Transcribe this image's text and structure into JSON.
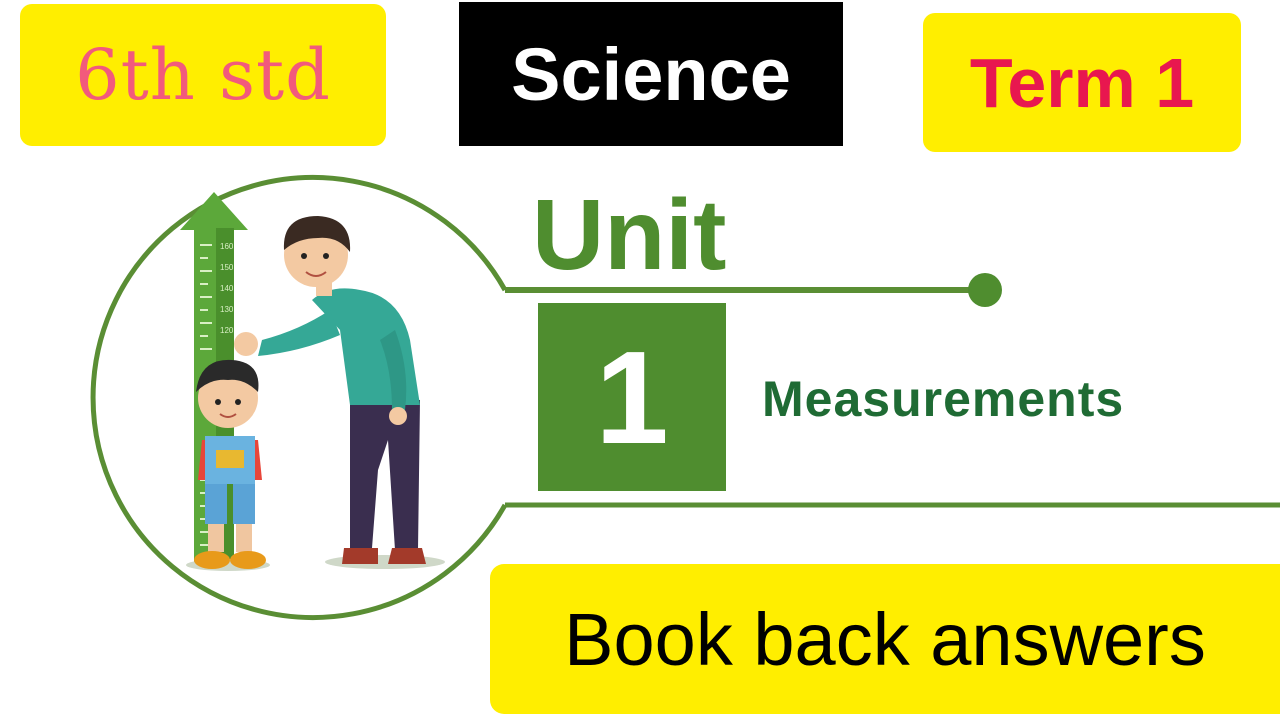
{
  "header": {
    "grade": "6th std",
    "subject": "Science",
    "term": "Term 1"
  },
  "unit": {
    "label": "Unit",
    "number": "1",
    "title": "Measurements"
  },
  "footer": {
    "caption": "Book back answers"
  },
  "ruler": {
    "ticks": [
      "160",
      "150",
      "140",
      "130",
      "120"
    ]
  },
  "colors": {
    "yellow": "#ffee00",
    "green": "#4f8d2f",
    "dark_green": "#1f6b34",
    "pink": "#f25a7c",
    "red": "#e8174f",
    "black": "#000000"
  },
  "icons": [
    "height-chart-icon",
    "father-figure",
    "child-figure"
  ]
}
